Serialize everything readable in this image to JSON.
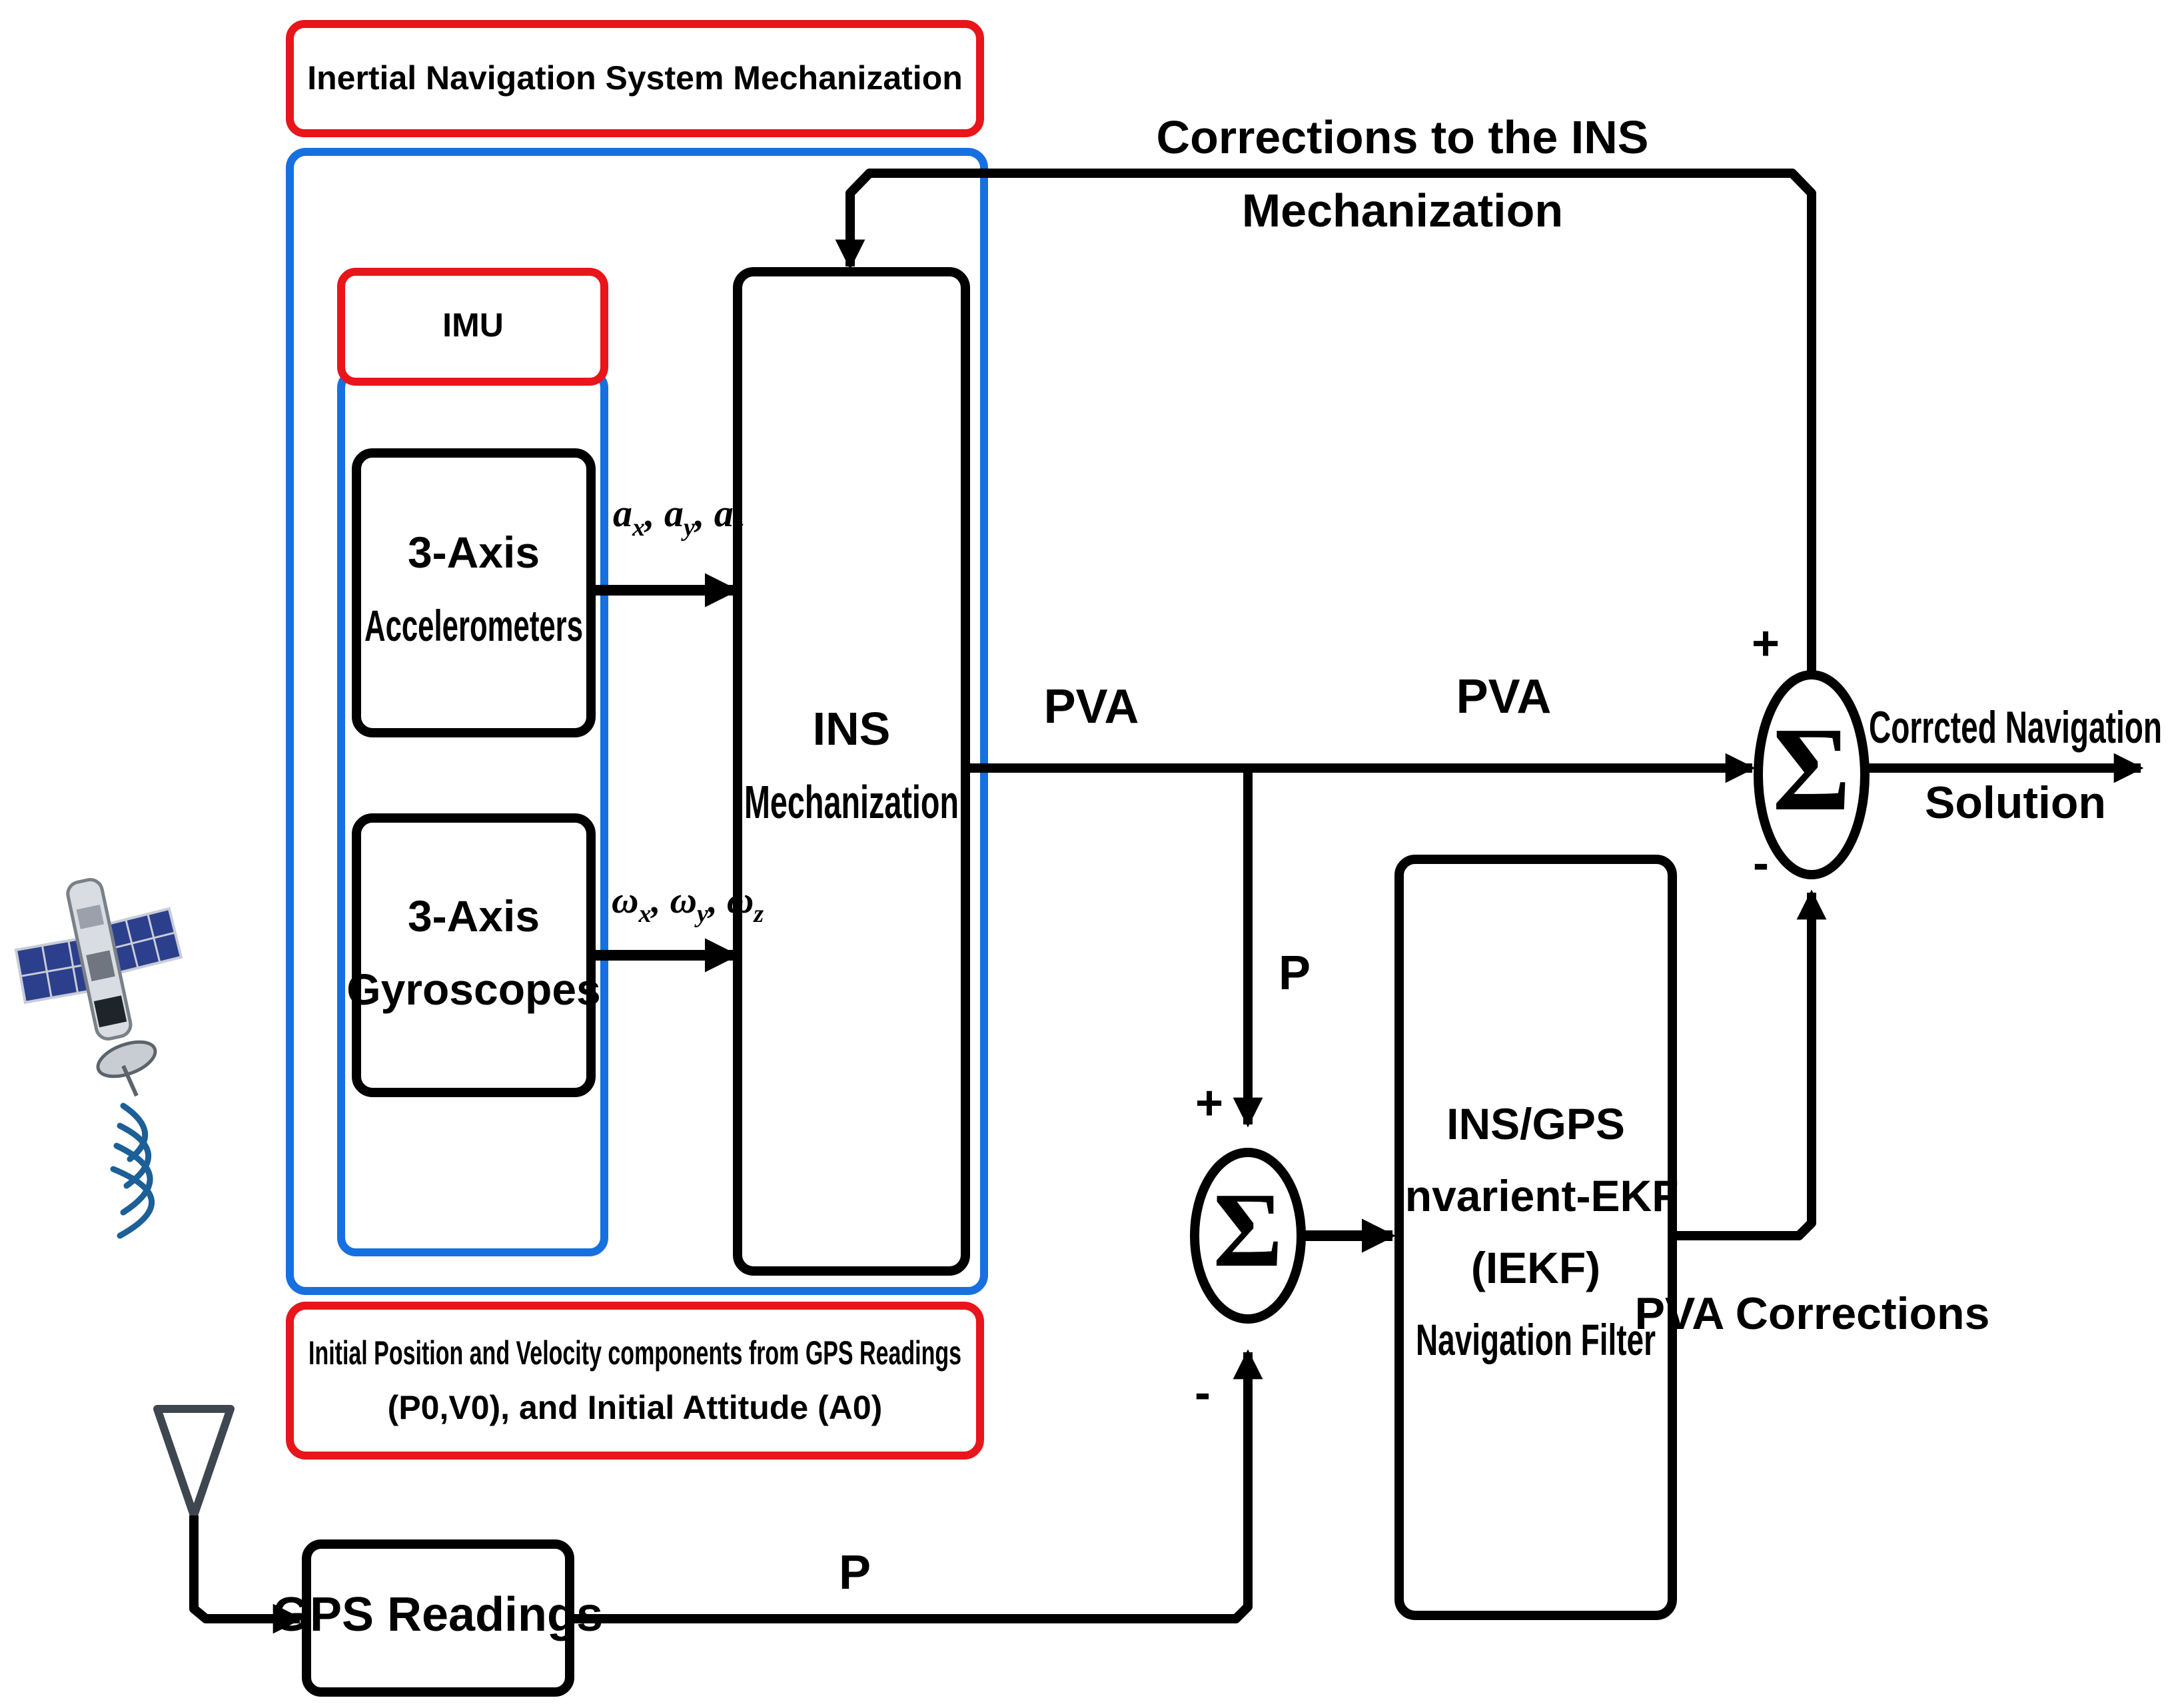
{
  "labels": {
    "ins_system_title": "Inertial Navigation System Mechanization",
    "imu_title": "IMU",
    "accel_line1": "3-Axis",
    "accel_line2": "Accelerometers",
    "gyro_line1": "3-Axis",
    "gyro_line2": "Gyroscopes",
    "ins_mech_line1": "INS",
    "ins_mech_line2": "Mechanization",
    "initial_line1": "Initial Position and Velocity components  from GPS Readings",
    "initial_line2": "(P0,V0), and Initial Attitude (A0)",
    "gps_readings": "GPS Readings",
    "filter_line1": "INS/GPS",
    "filter_line2": "Invarient-EKF",
    "filter_line3": "(IEKF)",
    "filter_line4": "Navigation Filter",
    "corrections_line1": "Corrections to the INS",
    "corrections_line2": "Mechanization",
    "pva_left": "PVA",
    "pva_right": "PVA",
    "p_vertical": "P",
    "p_bottom": "P",
    "pva_corrections": "PVA Corrections",
    "output_line1": "Corrcted Navigation",
    "output_line2": "Solution",
    "plus_top": "+",
    "minus_top": "-",
    "plus_bottom": "+",
    "minus_bottom": "-",
    "sigma_top": "Σ",
    "sigma_bottom": "Σ"
  },
  "math": {
    "accel_signals": [
      "a",
      "x",
      "a",
      "y",
      "a",
      "z"
    ],
    "gyro_signals": [
      "ω",
      "x",
      "ω",
      "y",
      "ω",
      "z"
    ]
  },
  "icons": [
    "satellite-icon",
    "antenna-icon"
  ],
  "colors": {
    "red_frame": "#e8151b",
    "blue_frame": "#1670e0",
    "line": "#000000",
    "satellite_panel": "#2c3f8c",
    "signal_wave": "#1d5f97"
  }
}
